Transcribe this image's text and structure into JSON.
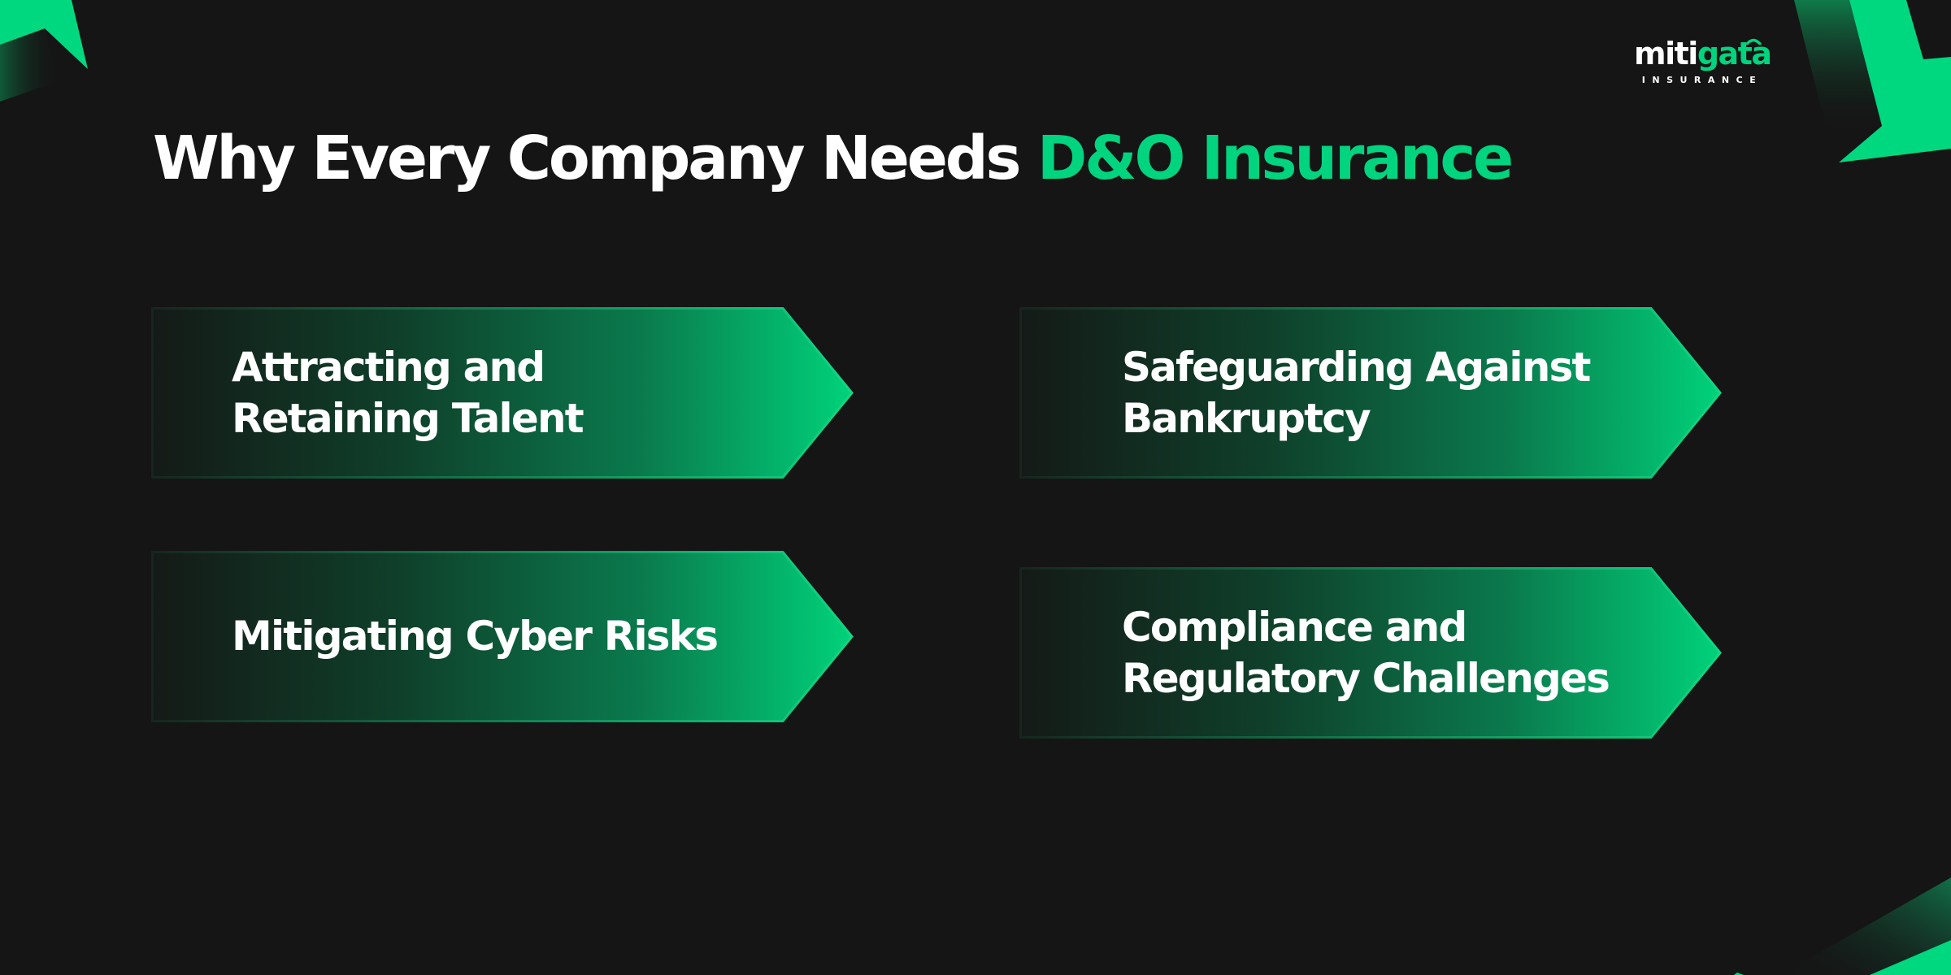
{
  "brand": {
    "logo_primary": "miti",
    "logo_accent": "gata",
    "logo_tagline": "INSURANCE"
  },
  "header": {
    "title_prefix": "Why Every Company Needs ",
    "title_highlight": "D&O Insurance"
  },
  "cards": [
    {
      "label": "Attracting and Retaining Talent"
    },
    {
      "label": "Safeguarding Against Bankruptcy"
    },
    {
      "label": "Mitigating Cyber Risks"
    },
    {
      "label": "Compliance and Regulatory Challenges"
    }
  ],
  "colors": {
    "background": "#151515",
    "accent": "#00d47e",
    "text": "#ffffff",
    "card_gradient_start": "#141a17",
    "card_gradient_end": "#00d27a"
  }
}
